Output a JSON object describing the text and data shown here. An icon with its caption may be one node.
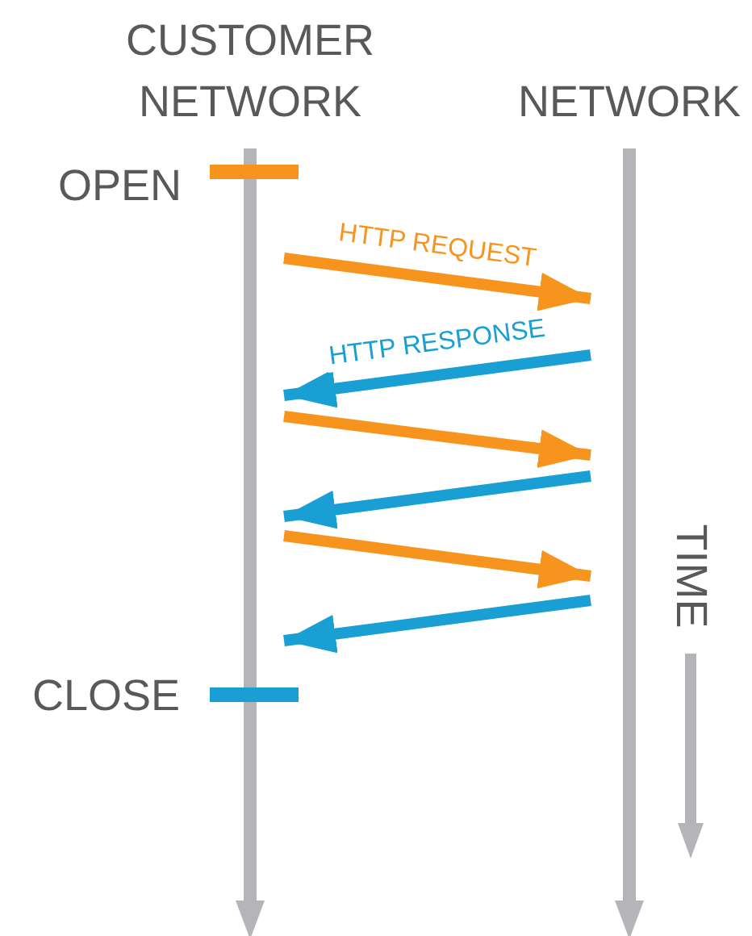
{
  "diagram": {
    "nodes": [
      {
        "text": [
          "CUSTOMER NETWORK"
        ]
      },
      {
        "text": [
          "NETWORK"
        ]
      }
    ],
    "edges": [
      {
        "from": 0,
        "to": 1,
        "arrow": "to",
        "label": "HTTP REQUEST",
        "color": "#f7941d"
      },
      {
        "from": 1,
        "to": 0,
        "arrow": "to",
        "label": "HTTP RESPONSE",
        "color": "#1a9fd4"
      },
      {
        "from": 0,
        "to": 1,
        "arrow": "to",
        "color": "#f7941d"
      },
      {
        "from": 1,
        "to": 0,
        "arrow": "to",
        "color": "#1a9fd4"
      },
      {
        "from": 0,
        "to": 1,
        "arrow": "to",
        "color": "#f7941d"
      },
      {
        "from": 1,
        "to": 0,
        "arrow": "to",
        "color": "#1a9fd4"
      }
    ],
    "labels": [
      "OPEN",
      "CLOSE",
      "TIME"
    ]
  }
}
